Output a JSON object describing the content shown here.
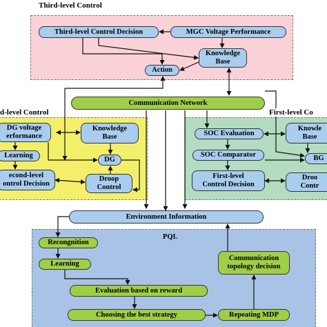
{
  "panels": {
    "third": "Third-level Control",
    "second": "d-level Control",
    "first": "First-level Co",
    "pql": "PQL"
  },
  "nodes": {
    "third_decision": "Third-level Control Decision",
    "mgc_voltage": "MGC Voltage Performance",
    "knowledge_top": "Knowledge\nBase",
    "action": "Action",
    "comm_network": "Communication Network",
    "dg_voltage": "DG voltage\nerformance",
    "learning_left": "Learning",
    "second_decision": "econd-level\nontrol Decision",
    "knowledge_mid": "Knowledge\nBase",
    "dg": "DG",
    "droop_left": "Droop\nControl",
    "soc_eval": "SOC Evaluation",
    "soc_comp": "SOC Comparator",
    "first_decision": "First-level\nControl Decision",
    "knowledge_right": "Knowle\nBase",
    "bg": "BG",
    "droop_right": "Droo\nContr",
    "env_info": "Environment Information",
    "recognition": "Recongnition",
    "learning_pql": "Learning",
    "evaluation": "Evaluation based on reward",
    "choosing": "Choosing the best strategy",
    "repeating": "Repeating MDP",
    "comm_topology": "Communication\ntopology decision"
  },
  "colors": {
    "third_panel": "#f9d1d7",
    "second_panel": "#f3ef6a",
    "first_panel": "#b3dcc0",
    "pql_panel": "#a9c3e6",
    "node_blue": "#a9cdee",
    "node_green": "#9fcf47"
  }
}
